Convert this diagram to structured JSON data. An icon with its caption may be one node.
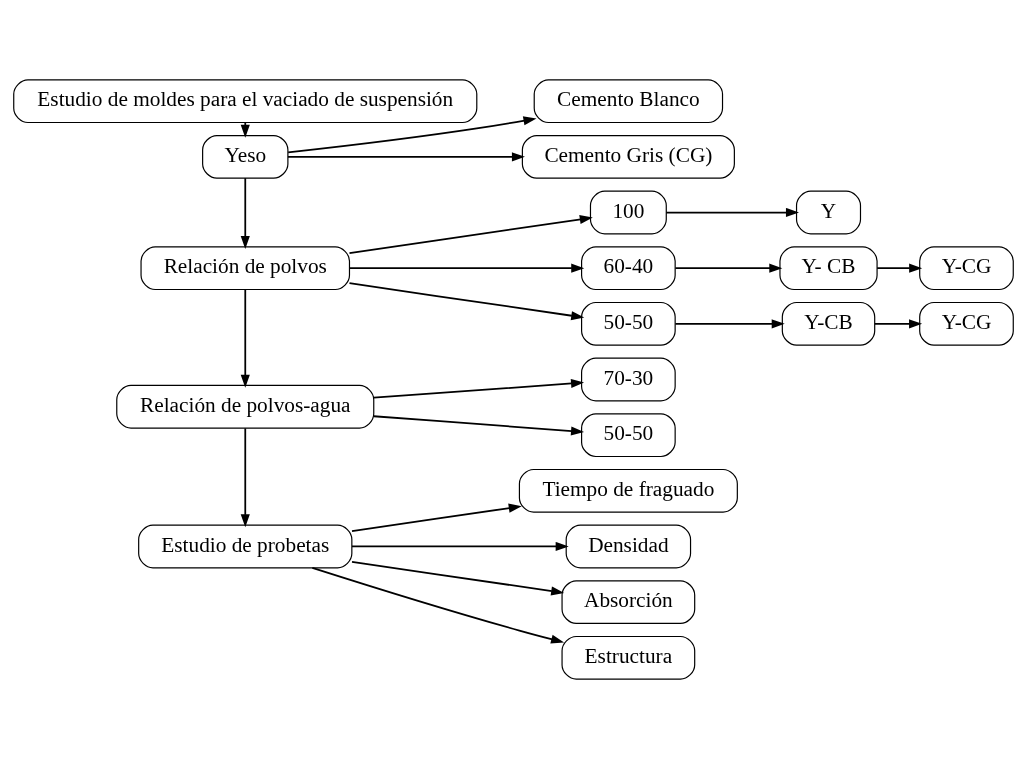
{
  "diagram": {
    "nodes": [
      {
        "text": [
          "Estudio de moldes para el vaciado de suspensión"
        ]
      },
      {
        "text": [
          "Yeso"
        ]
      },
      {
        "text": [
          "Cemento Blanco"
        ]
      },
      {
        "text": [
          "Cemento Gris (CG)"
        ]
      },
      {
        "text": [
          "Relación de polvos"
        ]
      },
      {
        "text": [
          "100"
        ]
      },
      {
        "text": [
          "Y"
        ]
      },
      {
        "text": [
          "60-40"
        ]
      },
      {
        "text": [
          "Y- CB"
        ]
      },
      {
        "text": [
          "Y-CG"
        ]
      },
      {
        "text": [
          "50-50"
        ]
      },
      {
        "text": [
          "Y-CB"
        ]
      },
      {
        "text": [
          "Y-CG"
        ]
      },
      {
        "text": [
          "Relación de polvos-agua"
        ]
      },
      {
        "text": [
          "70-30"
        ]
      },
      {
        "text": [
          "50-50"
        ]
      },
      {
        "text": [
          "Estudio de probetas"
        ]
      },
      {
        "text": [
          "Tiempo de fraguado"
        ]
      },
      {
        "text": [
          "Densidad"
        ]
      },
      {
        "text": [
          "Absorción"
        ]
      },
      {
        "text": [
          "Estructura"
        ]
      }
    ],
    "edges": [
      {
        "from": 0,
        "to": 1,
        "arrow": "to"
      },
      {
        "from": 1,
        "to": 2,
        "arrow": "to"
      },
      {
        "from": 1,
        "to": 3,
        "arrow": "to"
      },
      {
        "from": 1,
        "to": 4,
        "arrow": "to"
      },
      {
        "from": 4,
        "to": 5,
        "arrow": "to"
      },
      {
        "from": 4,
        "to": 7,
        "arrow": "to"
      },
      {
        "from": 4,
        "to": 10,
        "arrow": "to"
      },
      {
        "from": 5,
        "to": 6,
        "arrow": "to"
      },
      {
        "from": 7,
        "to": 8,
        "arrow": "to"
      },
      {
        "from": 8,
        "to": 9,
        "arrow": "to"
      },
      {
        "from": 10,
        "to": 11,
        "arrow": "to"
      },
      {
        "from": 11,
        "to": 12,
        "arrow": "to"
      },
      {
        "from": 4,
        "to": 13,
        "arrow": "to"
      },
      {
        "from": 13,
        "to": 14,
        "arrow": "to"
      },
      {
        "from": 13,
        "to": 15,
        "arrow": "to"
      },
      {
        "from": 13,
        "to": 16,
        "arrow": "to"
      },
      {
        "from": 16,
        "to": 17,
        "arrow": "to"
      },
      {
        "from": 16,
        "to": 18,
        "arrow": "to"
      },
      {
        "from": 16,
        "to": 19,
        "arrow": "to"
      },
      {
        "from": 16,
        "to": 20,
        "arrow": "to"
      }
    ]
  }
}
